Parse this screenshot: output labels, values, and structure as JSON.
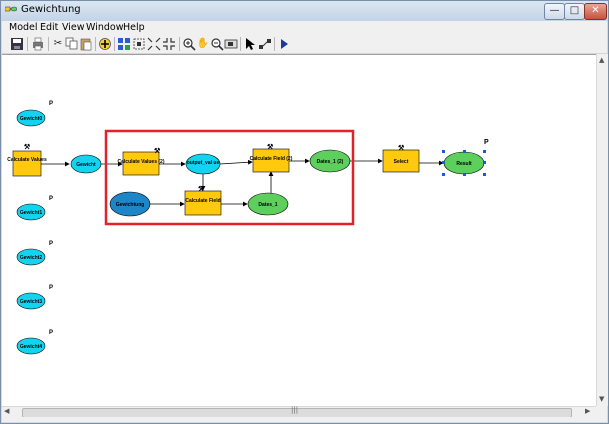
{
  "window": {
    "title": "Gewichtung",
    "minimize": "—",
    "maximize": "□",
    "close": "✕"
  },
  "menu": {
    "items": [
      "Model",
      "Edit",
      "View",
      "Window",
      "Help"
    ]
  },
  "colors": {
    "process": "#ffc90e",
    "input_variable": "#13d4f0",
    "derived_data": "#5dcf5d",
    "dark_input": "#1d86c8",
    "highlight_box": "#e0232b"
  },
  "toolbar": {
    "icons": [
      "save-icon",
      "print-icon",
      "cut-icon",
      "copy-icon",
      "paste-icon",
      "add-data-icon",
      "auto-layout-icon",
      "full-extent-icon",
      "fit-icon",
      "zoom-fixed-icon",
      "zoom-in-icon",
      "pan-icon",
      "zoom-out-icon",
      "overview-icon",
      "select-icon",
      "connect-icon",
      "run-icon"
    ]
  },
  "nodes": {
    "gewicht0": "Gewicht0",
    "calc_values": "Calculate Values",
    "gewicht": "Gewicht",
    "calc_values2": "Calculate Values (2)",
    "output_value": "output_val ue",
    "calc_field2": "Calculate Field (2)",
    "dates1_2": "Dates_1 (2)",
    "select": "Select",
    "result": "Result",
    "gewichtung": "Gewichtung",
    "calc_field": "Calculate Field",
    "dates1": "Dates_1",
    "gewicht1": "Gewicht1",
    "gewicht2": "Gewicht2",
    "gewicht3": "Gewicht3",
    "gewicht4": "Gewicht4"
  },
  "scroll": {
    "h_grip": "|||"
  }
}
